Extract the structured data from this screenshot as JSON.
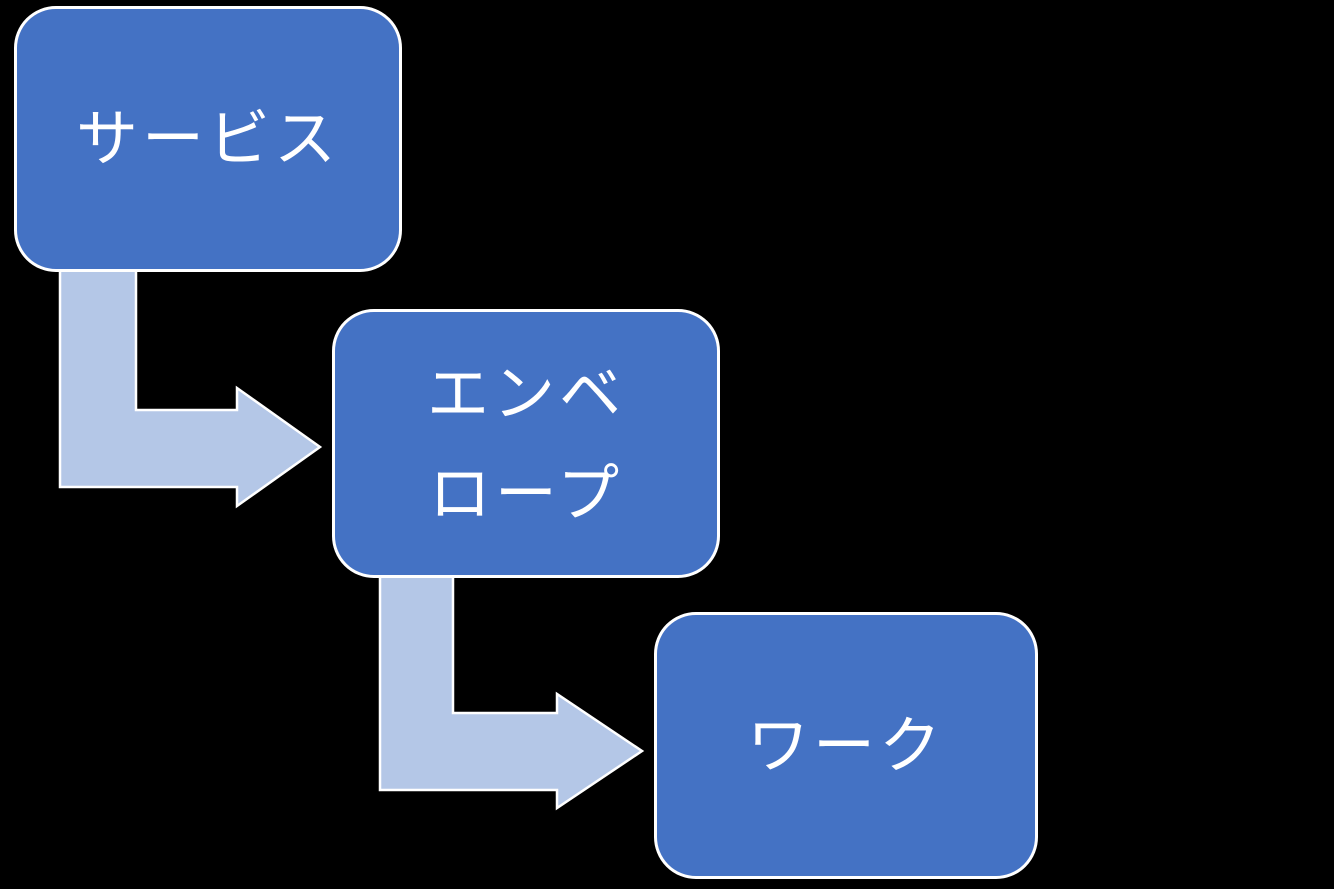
{
  "diagram": {
    "type": "step-down-process",
    "colors": {
      "background": "#000000",
      "node_fill": "#4472C4",
      "node_border": "#FFFFFF",
      "arrow_fill": "#B4C7E7",
      "arrow_border": "#FFFFFF",
      "text_color": "#FFFFFF"
    },
    "nodes": [
      {
        "id": "node-1",
        "text": "サービス"
      },
      {
        "id": "node-2",
        "text": "エンベ\nロープ"
      },
      {
        "id": "node-3",
        "text": "ワーク"
      }
    ],
    "connectors": [
      {
        "from": "node-1",
        "to": "node-2",
        "shape": "bent-arrow"
      },
      {
        "from": "node-2",
        "to": "node-3",
        "shape": "bent-arrow"
      }
    ]
  }
}
